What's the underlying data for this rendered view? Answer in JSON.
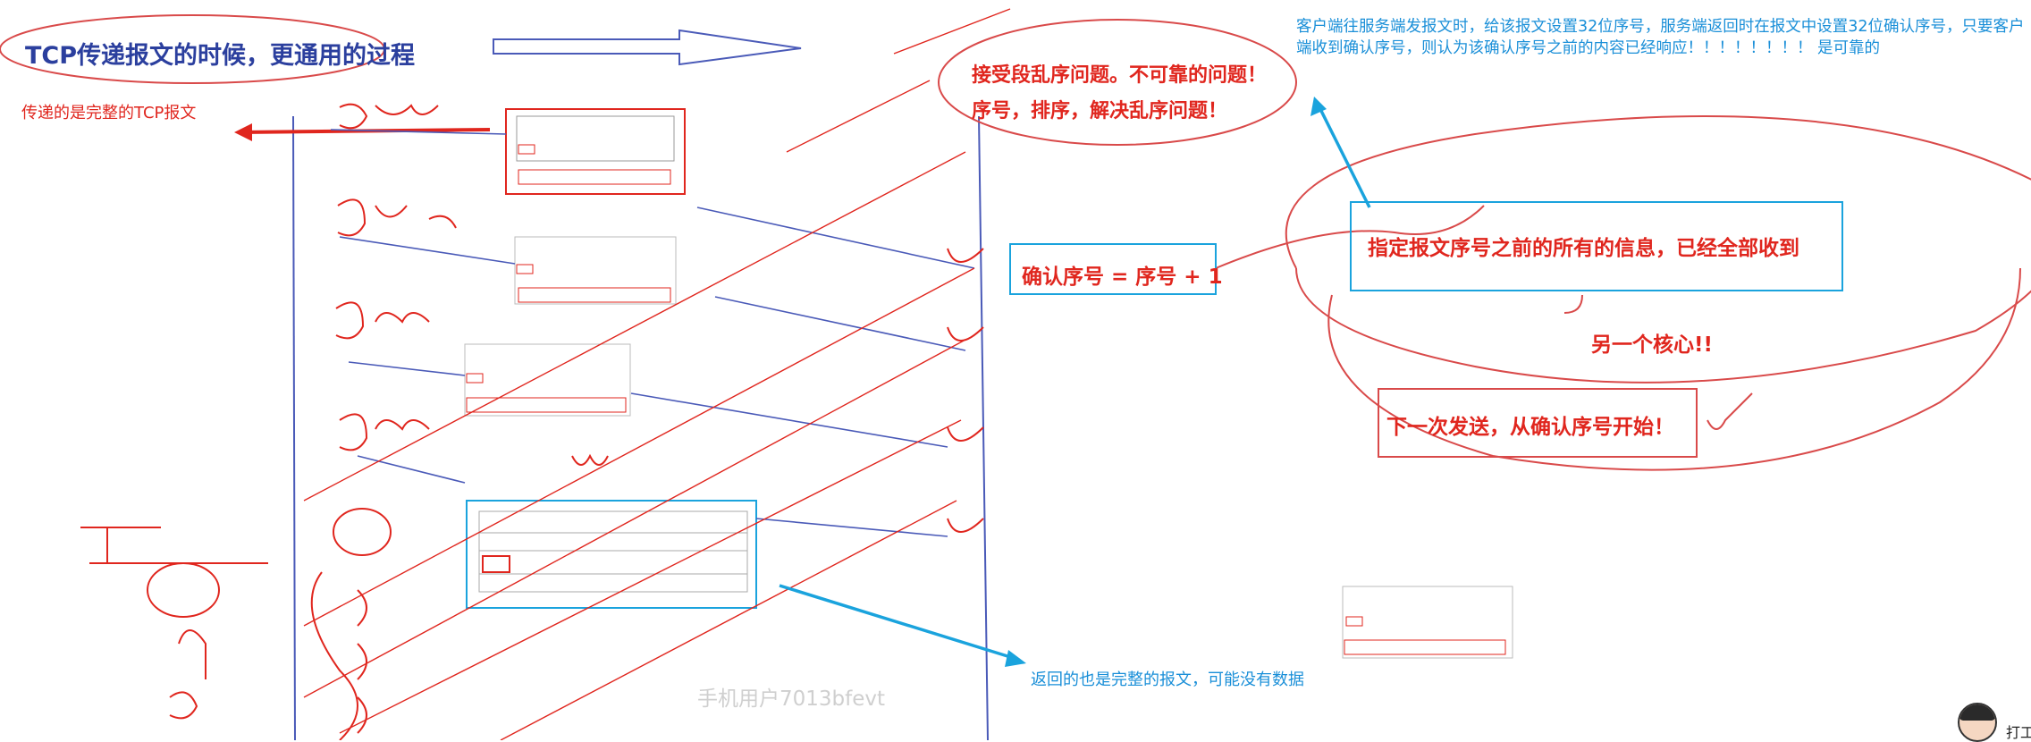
{
  "title": "TCP传递报文的时候，更通用的过程",
  "left_note": "传递的是完整的TCP报文",
  "issues": {
    "line1": "接受段乱序问题。不可靠的问题！",
    "line2": "序号，排序，解决乱序问题！"
  },
  "client_note": "客户端往服务端发报文时，给该报文设置32位序号，服务端返回时在报文中设置32位确认序号，只要客户端收到确认序号，则认为该确认序号之前的内容已经响应！！！！！！！！ 是可靠的",
  "ack_formula": "确认序号 = 序号 + 1",
  "all_received": "指定报文序号之前的所有的信息，已经全部收到",
  "another_core": "另一个核心!!",
  "next_send": "下一次发送，从确认序号开始！",
  "return_note": "返回的也是完整的报文，可能没有数据",
  "watermark": "手机用户7013bfevt",
  "corner_label": "打工",
  "colors": {
    "annotation_red": "#e0261e",
    "accent_blue": "#1a8fd8",
    "title_blue": "#2b3f9e"
  }
}
